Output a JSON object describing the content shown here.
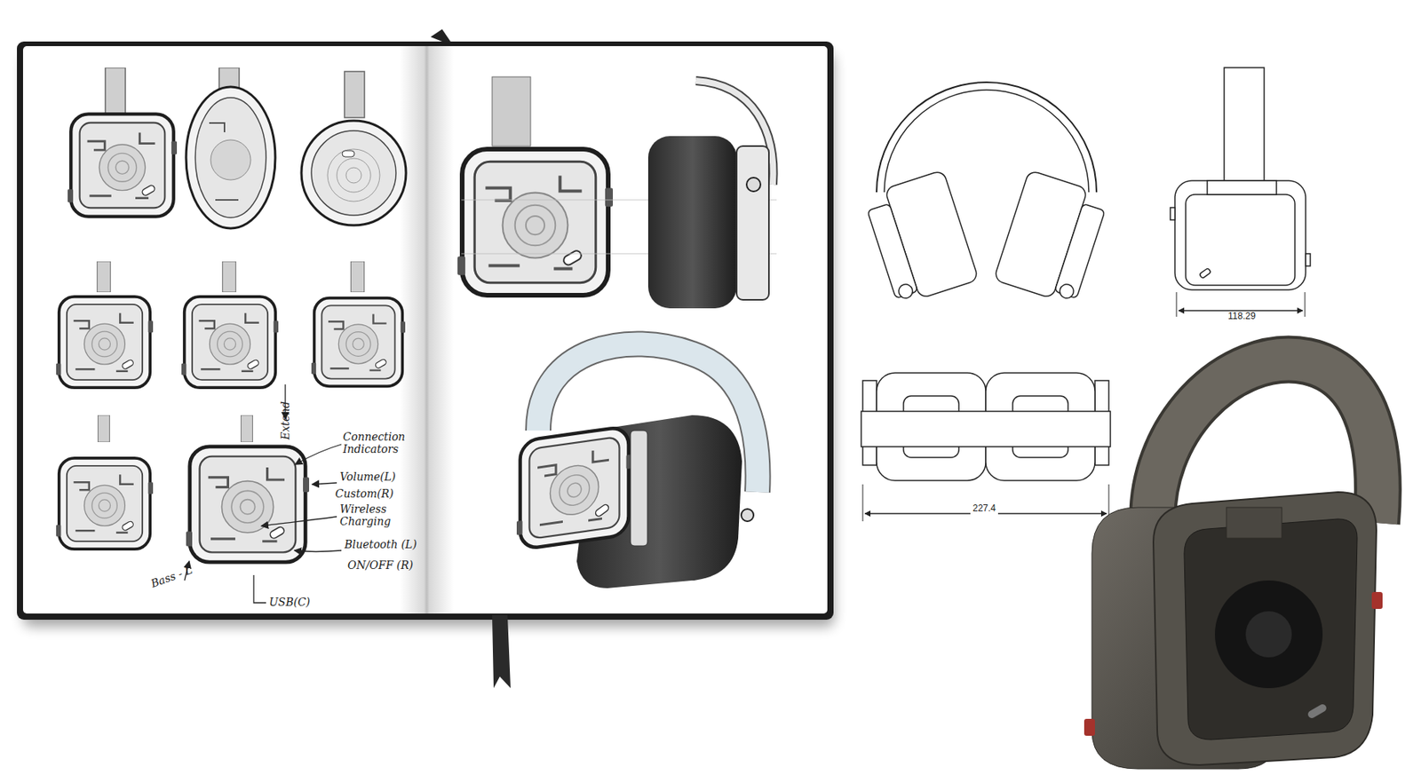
{
  "diagram": {
    "labels": [
      "Extend",
      "Connection Indicators",
      "Volume(L)",
      "Custom(R)",
      "Wireless Charging",
      "Bluetooth (L)",
      "ON/OFF (R)",
      "Bass - L",
      "USB(C)",
      "118.29",
      "227.4"
    ]
  }
}
